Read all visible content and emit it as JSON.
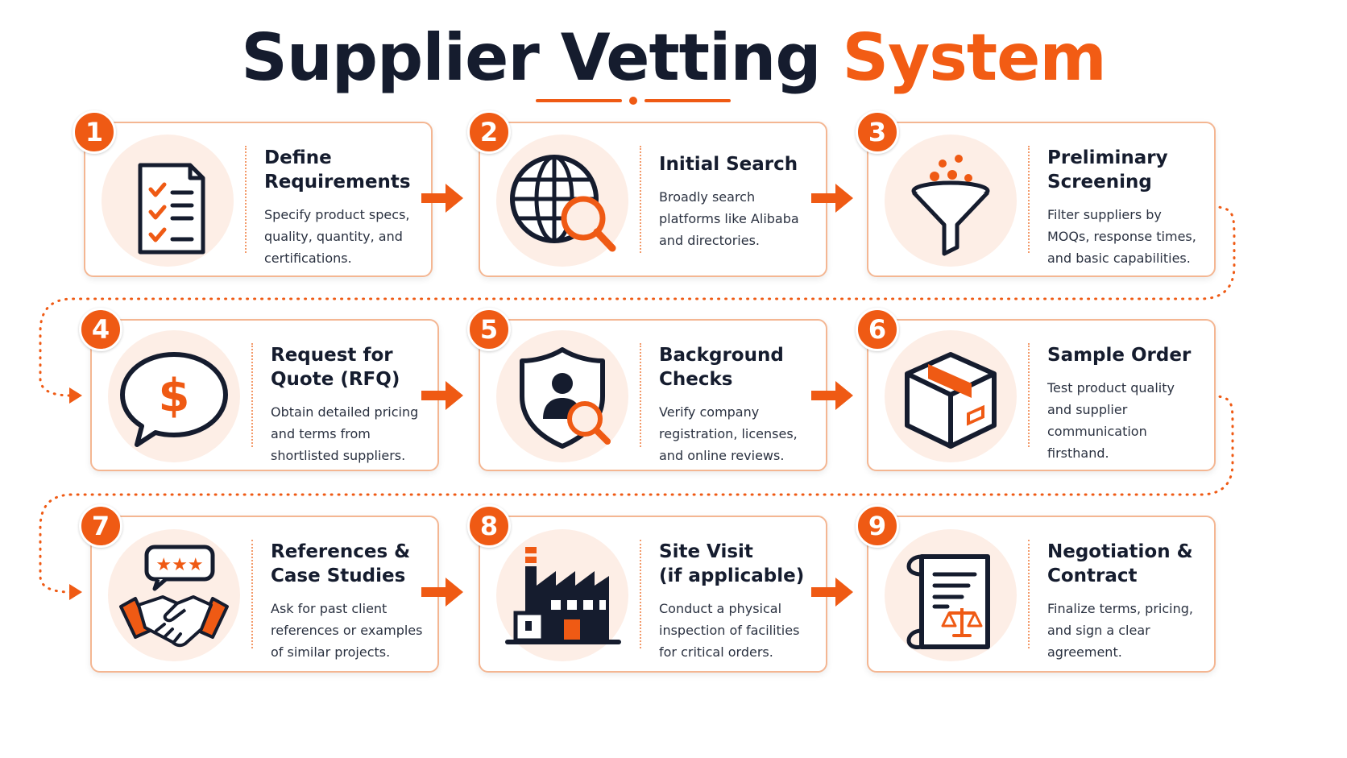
{
  "title": {
    "main": "Supplier Vetting",
    "accent": "System"
  },
  "colors": {
    "accent": "#ef5a14",
    "dark": "#151c2e",
    "border": "#f4b692",
    "icon_bg": "#fdeee6"
  },
  "steps": [
    {
      "number": "1",
      "title_l1": "Define",
      "title_l2": "Requirements",
      "desc": "Specify product specs, quality, quantity, and certifications.",
      "icon": "checklist-icon"
    },
    {
      "number": "2",
      "title_l1": "Initial Search",
      "title_l2": "",
      "desc": "Broadly search platforms like Alibaba and directories.",
      "icon": "globe-search-icon"
    },
    {
      "number": "3",
      "title_l1": "Preliminary",
      "title_l2": "Screening",
      "desc": "Filter suppliers by MOQs, response times, and basic capabilities.",
      "icon": "funnel-icon"
    },
    {
      "number": "4",
      "title_l1": "Request for",
      "title_l2": "Quote (RFQ)",
      "desc": "Obtain detailed pricing and terms from shortlisted suppliers.",
      "icon": "dollar-speech-bubble-icon"
    },
    {
      "number": "5",
      "title_l1": "Background",
      "title_l2": "Checks",
      "desc": "Verify company registration, licenses, and online reviews.",
      "icon": "shield-person-search-icon"
    },
    {
      "number": "6",
      "title_l1": "Sample Order",
      "title_l2": "",
      "desc": "Test product quality and supplier communication firsthand.",
      "icon": "package-box-icon"
    },
    {
      "number": "7",
      "title_l1": "References &",
      "title_l2": "Case Studies",
      "desc": "Ask for past client references or examples of similar projects.",
      "icon": "handshake-stars-icon"
    },
    {
      "number": "8",
      "title_l1": "Site Visit",
      "title_l2": "(if applicable)",
      "desc": "Conduct a physical inspection of facilities for critical orders.",
      "icon": "factory-icon"
    },
    {
      "number": "9",
      "title_l1": "Negotiation &",
      "title_l2": "Contract",
      "desc": "Finalize terms, pricing, and sign a clear agreement.",
      "icon": "contract-scales-icon"
    }
  ]
}
